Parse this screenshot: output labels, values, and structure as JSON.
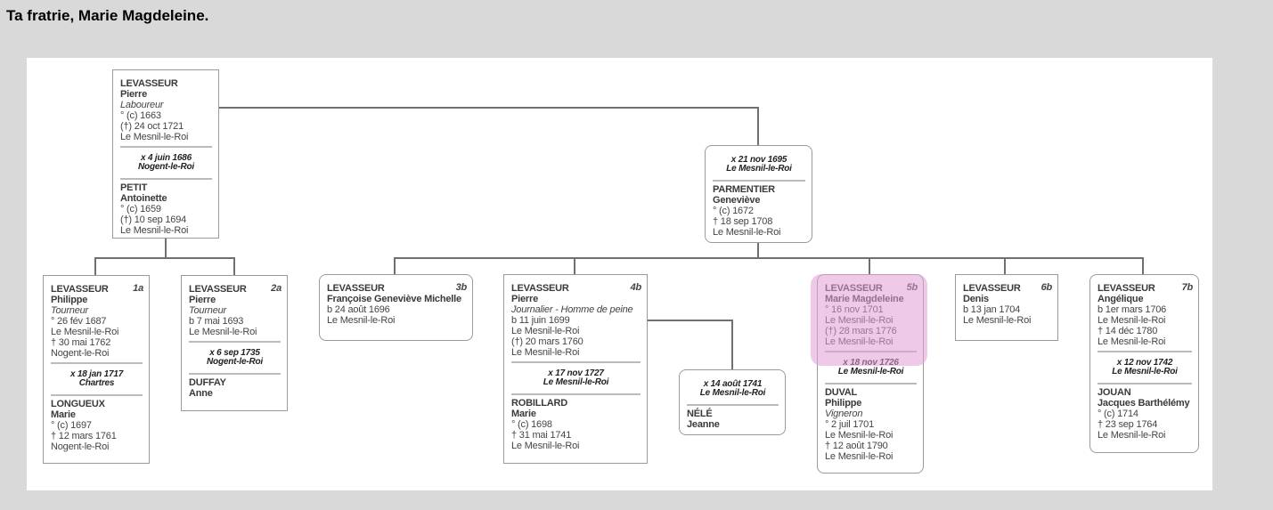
{
  "title": "Ta fratrie, Marie Magdeleine.",
  "highlight_color": "#e29cd6",
  "boxes": [
    {
      "id": "father",
      "person": {
        "surname": "LEVASSEUR",
        "given": "Pierre",
        "occupation": "Laboureur",
        "lines": [
          "° (c) 1663",
          "(†) 24 oct 1721",
          "Le Mesnil-le-Roi"
        ]
      },
      "marriage": {
        "date": "x 4 juin 1686",
        "place": "Nogent-le-Roi"
      },
      "spouse": {
        "surname": "PETIT",
        "given": "Antoinette",
        "lines": [
          "° (c) 1659",
          "(†) 10 sep 1694",
          "Le Mesnil-le-Roi"
        ]
      }
    },
    {
      "id": "stepmother",
      "marriage_first": true,
      "marriage": {
        "date": "x 21 nov 1695",
        "place": "Le Mesnil-le-Roi"
      },
      "spouse": {
        "surname": "PARMENTIER",
        "given": "Geneviève",
        "lines": [
          "° (c) 1672",
          "† 18 sep 1708",
          "Le Mesnil-le-Roi"
        ]
      }
    },
    {
      "id": "1a",
      "num": "1a",
      "person": {
        "surname": "LEVASSEUR",
        "given": "Philippe",
        "occupation": "Tourneur",
        "lines": [
          "° 26 fév 1687",
          "Le Mesnil-le-Roi",
          "† 30 mai 1762",
          "Nogent-le-Roi"
        ]
      },
      "marriage": {
        "date": "x 18 jan 1717",
        "place": "Chartres"
      },
      "spouse": {
        "surname": "LONGUEUX",
        "given": "Marie",
        "lines": [
          "° (c) 1697",
          "† 12 mars 1761",
          "Nogent-le-Roi"
        ]
      }
    },
    {
      "id": "2a",
      "num": "2a",
      "person": {
        "surname": "LEVASSEUR",
        "given": "Pierre",
        "occupation": "Tourneur",
        "lines": [
          "b 7 mai 1693",
          "Le Mesnil-le-Roi"
        ]
      },
      "marriage": {
        "date": "x 6 sep 1735",
        "place": "Nogent-le-Roi"
      },
      "spouse": {
        "surname": "DUFFAY",
        "given": "Anne",
        "lines": []
      }
    },
    {
      "id": "3b",
      "num": "3b",
      "person": {
        "surname": "LEVASSEUR",
        "given": "Françoise Geneviève Michelle",
        "lines": [
          "b 24 août 1696",
          "Le Mesnil-le-Roi"
        ]
      }
    },
    {
      "id": "4b",
      "num": "4b",
      "person": {
        "surname": "LEVASSEUR",
        "given": "Pierre",
        "occupation": "Journalier - Homme de peine",
        "lines": [
          "b 11 juin 1699",
          "Le Mesnil-le-Roi",
          "(†) 20 mars 1760",
          "Le Mesnil-le-Roi"
        ]
      },
      "marriage": {
        "date": "x 17 nov 1727",
        "place": "Le Mesnil-le-Roi"
      },
      "spouse": {
        "surname": "ROBILLARD",
        "given": "Marie",
        "lines": [
          "° (c) 1698",
          "† 31 mai 1741",
          "Le Mesnil-le-Roi"
        ]
      }
    },
    {
      "id": "4b-second",
      "marriage_first": true,
      "marriage": {
        "date": "x 14 août 1741",
        "place": "Le Mesnil-le-Roi"
      },
      "spouse": {
        "surname": "NÉLÉ",
        "given": "Jeanne",
        "lines": []
      }
    },
    {
      "id": "5b",
      "num": "5b",
      "person": {
        "surname": "LEVASSEUR",
        "given": "Marie Magdeleine",
        "lines": [
          "° 16 nov 1701",
          "Le Mesnil-le-Roi",
          "(†) 28 mars 1776",
          "Le Mesnil-le-Roi"
        ]
      },
      "marriage": {
        "date": "x 18 nov 1726",
        "place": "Le Mesnil-le-Roi"
      },
      "spouse": {
        "surname": "DUVAL",
        "given": "Philippe",
        "occupation": "Vigneron",
        "lines": [
          "° 2 juil 1701",
          "Le Mesnil-le-Roi",
          "† 12 août 1790",
          "Le Mesnil-le-Roi"
        ]
      }
    },
    {
      "id": "6b",
      "num": "6b",
      "person": {
        "surname": "LEVASSEUR",
        "given": "Denis",
        "lines": [
          "b 13 jan 1704",
          "Le Mesnil-le-Roi"
        ]
      }
    },
    {
      "id": "7b",
      "num": "7b",
      "person": {
        "surname": "LEVASSEUR",
        "given": "Angélique",
        "lines": [
          "b 1er mars 1706",
          "Le Mesnil-le-Roi",
          "† 14 déc 1780",
          "Le Mesnil-le-Roi"
        ]
      },
      "marriage": {
        "date": "x 12 nov 1742",
        "place": "Le Mesnil-le-Roi"
      },
      "spouse": {
        "surname": "JOUAN",
        "given": "Jacques Barthélémy",
        "lines": [
          "° (c) 1714",
          "† 23 sep 1764",
          "Le Mesnil-le-Roi"
        ]
      }
    }
  ]
}
